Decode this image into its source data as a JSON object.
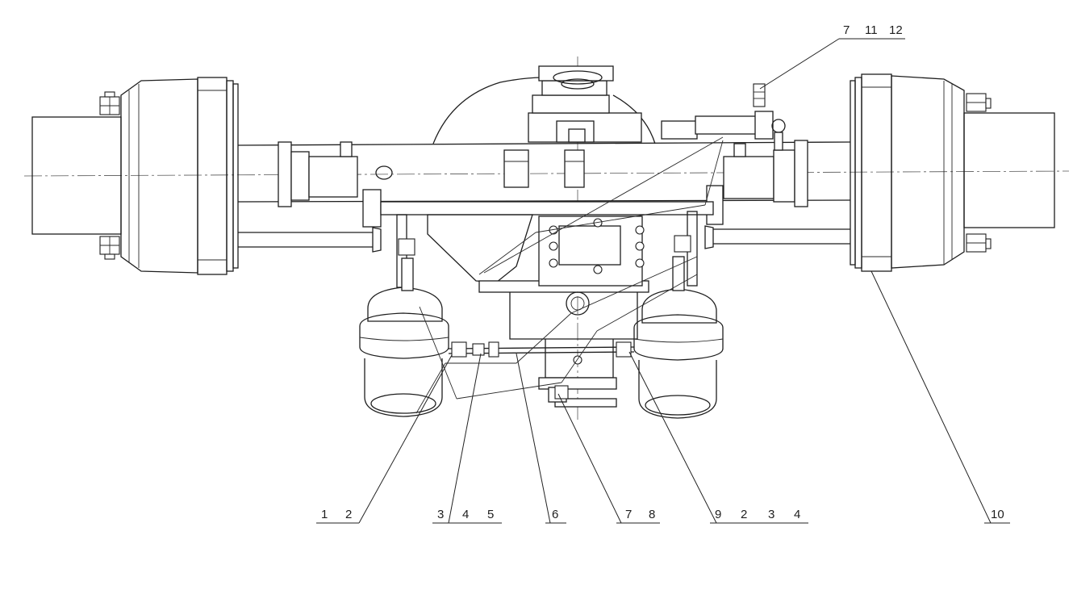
{
  "callouts": {
    "top_right": [
      "7",
      "11",
      "12"
    ],
    "group_a": [
      "1",
      "2"
    ],
    "group_b": [
      "3",
      "4",
      "5"
    ],
    "single_6": [
      "6"
    ],
    "group_c": [
      "7",
      "8"
    ],
    "group_d": [
      "9",
      "2",
      "3",
      "4"
    ],
    "single_10": [
      "10"
    ]
  }
}
